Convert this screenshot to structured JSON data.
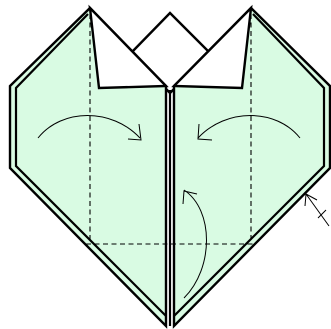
{
  "diagram": {
    "kind": "origami-instruction-step",
    "colors": {
      "paper": "#d9fbe3",
      "reverse_side": "#ffffff",
      "line": "#000000"
    },
    "symbols": [
      "valley-fold-line",
      "fold-arrow",
      "turn-over-symbol"
    ]
  }
}
